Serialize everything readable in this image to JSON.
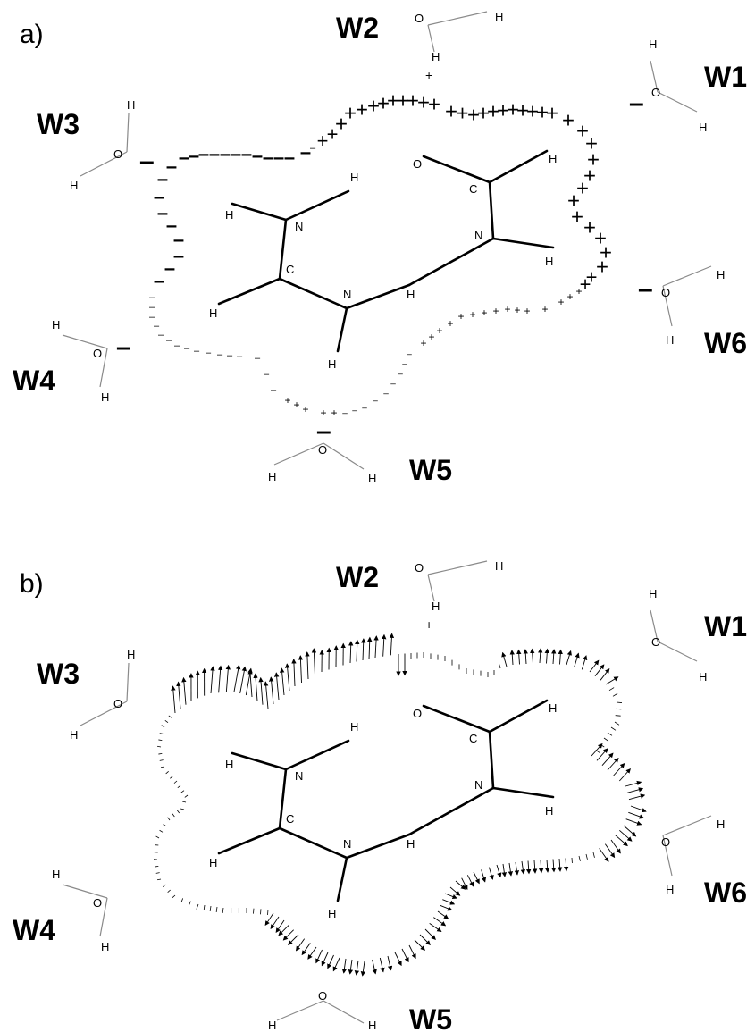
{
  "panels": [
    {
      "id": "a",
      "label": "a)",
      "waters": [
        {
          "name": "W1",
          "O": "O",
          "H1": "H",
          "H2": "H",
          "charge": "–"
        },
        {
          "name": "W2",
          "O": "O",
          "H1": "H",
          "H2": "H",
          "charge": "+"
        },
        {
          "name": "W3",
          "O": "O",
          "H1": "H",
          "H2": "H",
          "charge": "–"
        },
        {
          "name": "W4",
          "O": "O",
          "H1": "H",
          "H2": "H",
          "charge": "–"
        },
        {
          "name": "W5",
          "O": "O",
          "H1": "H",
          "H2": "H",
          "charge": "–"
        },
        {
          "name": "W6",
          "O": "O",
          "H1": "H",
          "H2": "H",
          "charge": "–"
        }
      ],
      "molecule_atoms": [
        "O",
        "C",
        "N",
        "H",
        "H",
        "N",
        "H",
        "C",
        "H",
        "N",
        "H",
        "H",
        "H"
      ]
    },
    {
      "id": "b",
      "label": "b)",
      "waters": [
        {
          "name": "W1",
          "O": "O",
          "H1": "H",
          "H2": "H"
        },
        {
          "name": "W2",
          "O": "O",
          "H1": "H",
          "H2": "H",
          "charge": "+"
        },
        {
          "name": "W3",
          "O": "O",
          "H1": "H",
          "H2": "H"
        },
        {
          "name": "W4",
          "O": "O",
          "H1": "H",
          "H2": "H"
        },
        {
          "name": "W5",
          "O": "O",
          "H1": "H",
          "H2": "H"
        },
        {
          "name": "W6",
          "O": "O",
          "H1": "H",
          "H2": "H"
        }
      ],
      "molecule_atoms": [
        "O",
        "C",
        "N",
        "H",
        "H",
        "N",
        "H",
        "C",
        "H",
        "N",
        "H",
        "H",
        "H"
      ]
    }
  ],
  "signs": {
    "plus": "+",
    "minus": "–"
  }
}
